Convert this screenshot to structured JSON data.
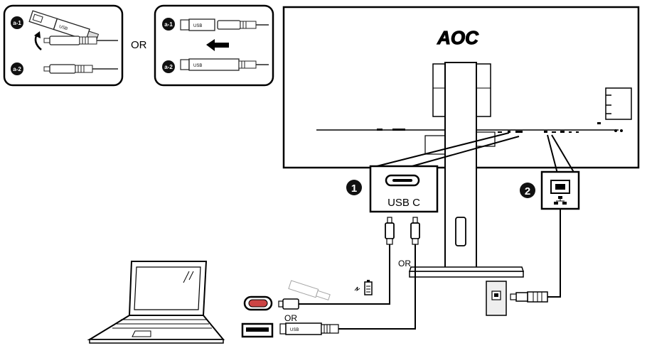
{
  "labels": {
    "or_top": "OR",
    "or_mid": "OR",
    "or_bottom": "OR",
    "usb_c": "USB C",
    "brand": "AOC"
  },
  "badges": {
    "step1": "1",
    "step2": "2",
    "a1_left": "a-1",
    "a2_left": "a-2",
    "a1_right": "a-1",
    "a2_right": "a-2"
  },
  "connector_text": "USB"
}
